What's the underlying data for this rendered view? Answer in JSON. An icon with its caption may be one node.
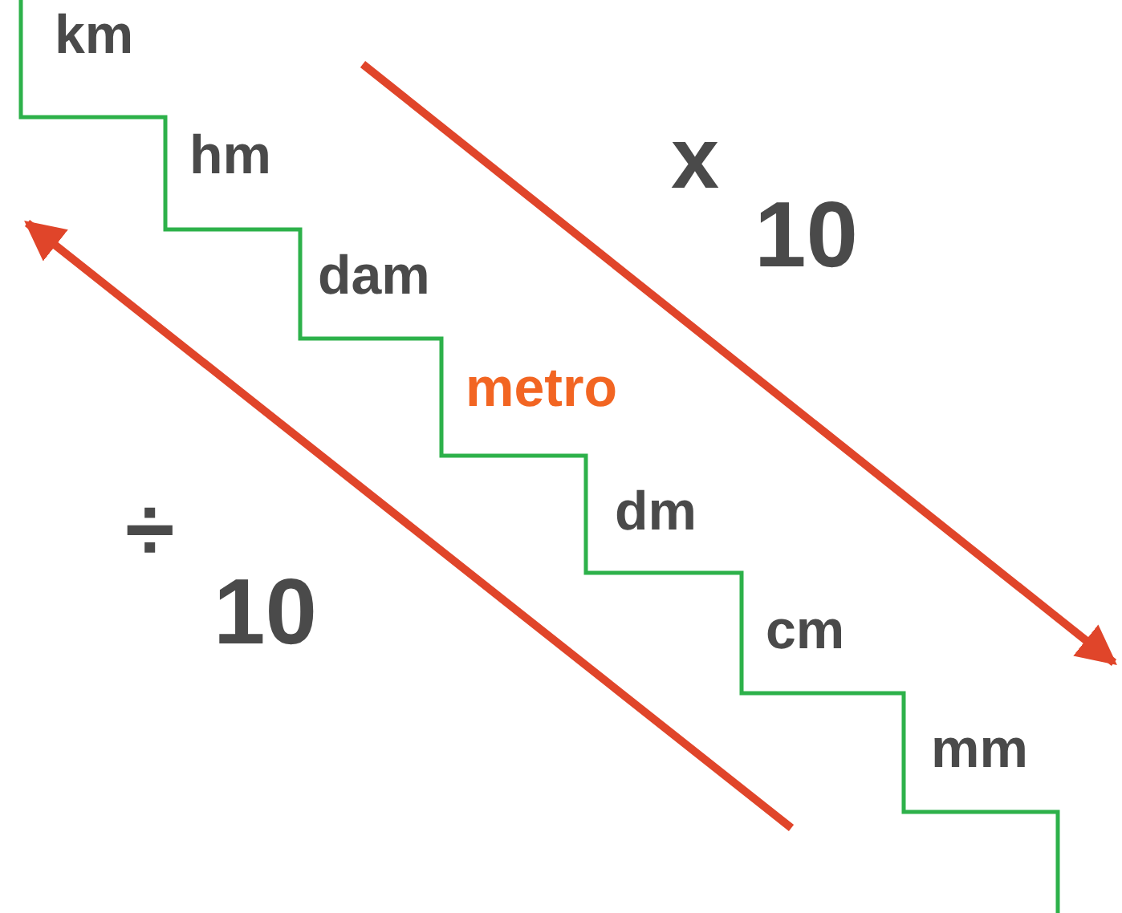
{
  "diagram": {
    "labels": [
      "km",
      "hm",
      "x",
      "10",
      "dam",
      "metro",
      "dm",
      "÷",
      "10",
      "cm",
      "mm"
    ]
  }
}
